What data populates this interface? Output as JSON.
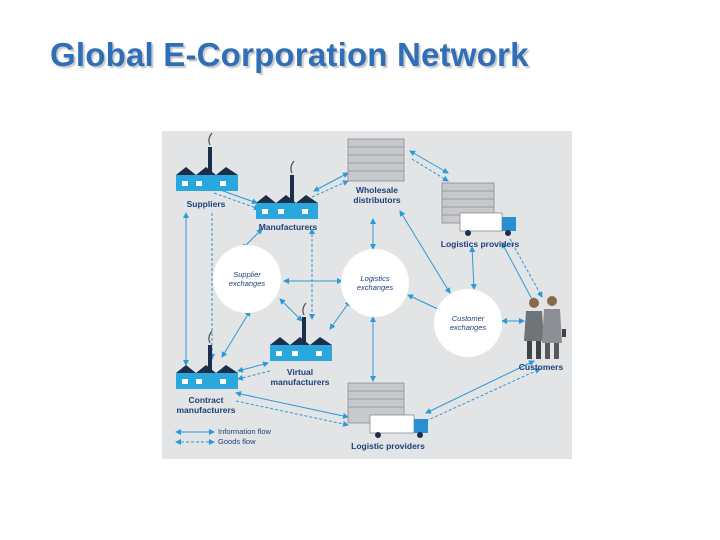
{
  "slide": {
    "title": "Global E-Corporation Network"
  },
  "diagram": {
    "actors": {
      "suppliers": "Suppliers",
      "manufacturers": "Manufacturers",
      "wholesale_distributors": "Wholesale\ndistributors",
      "logistics_providers_top": "Logistics providers",
      "customers": "Customers",
      "contract_manufacturers": "Contract\nmanufacturers",
      "virtual_manufacturers": "Virtual\nmanufacturers",
      "logistic_providers_bottom": "Logistic providers"
    },
    "exchanges": {
      "supplier": "Supplier\nexchanges",
      "logistics": "Logistics\nexchanges",
      "customer": "Customer\nexchanges"
    },
    "legend": {
      "information_flow": "Information flow",
      "goods_flow": "Goods flow"
    },
    "colors": {
      "panel": "#e3e4e5",
      "factory": "#2aa7dc",
      "factory_dark": "#1b2f4a",
      "arrow": "#2a9ad8",
      "label": "#1d3f7a",
      "title": "#2f6fb8"
    }
  }
}
